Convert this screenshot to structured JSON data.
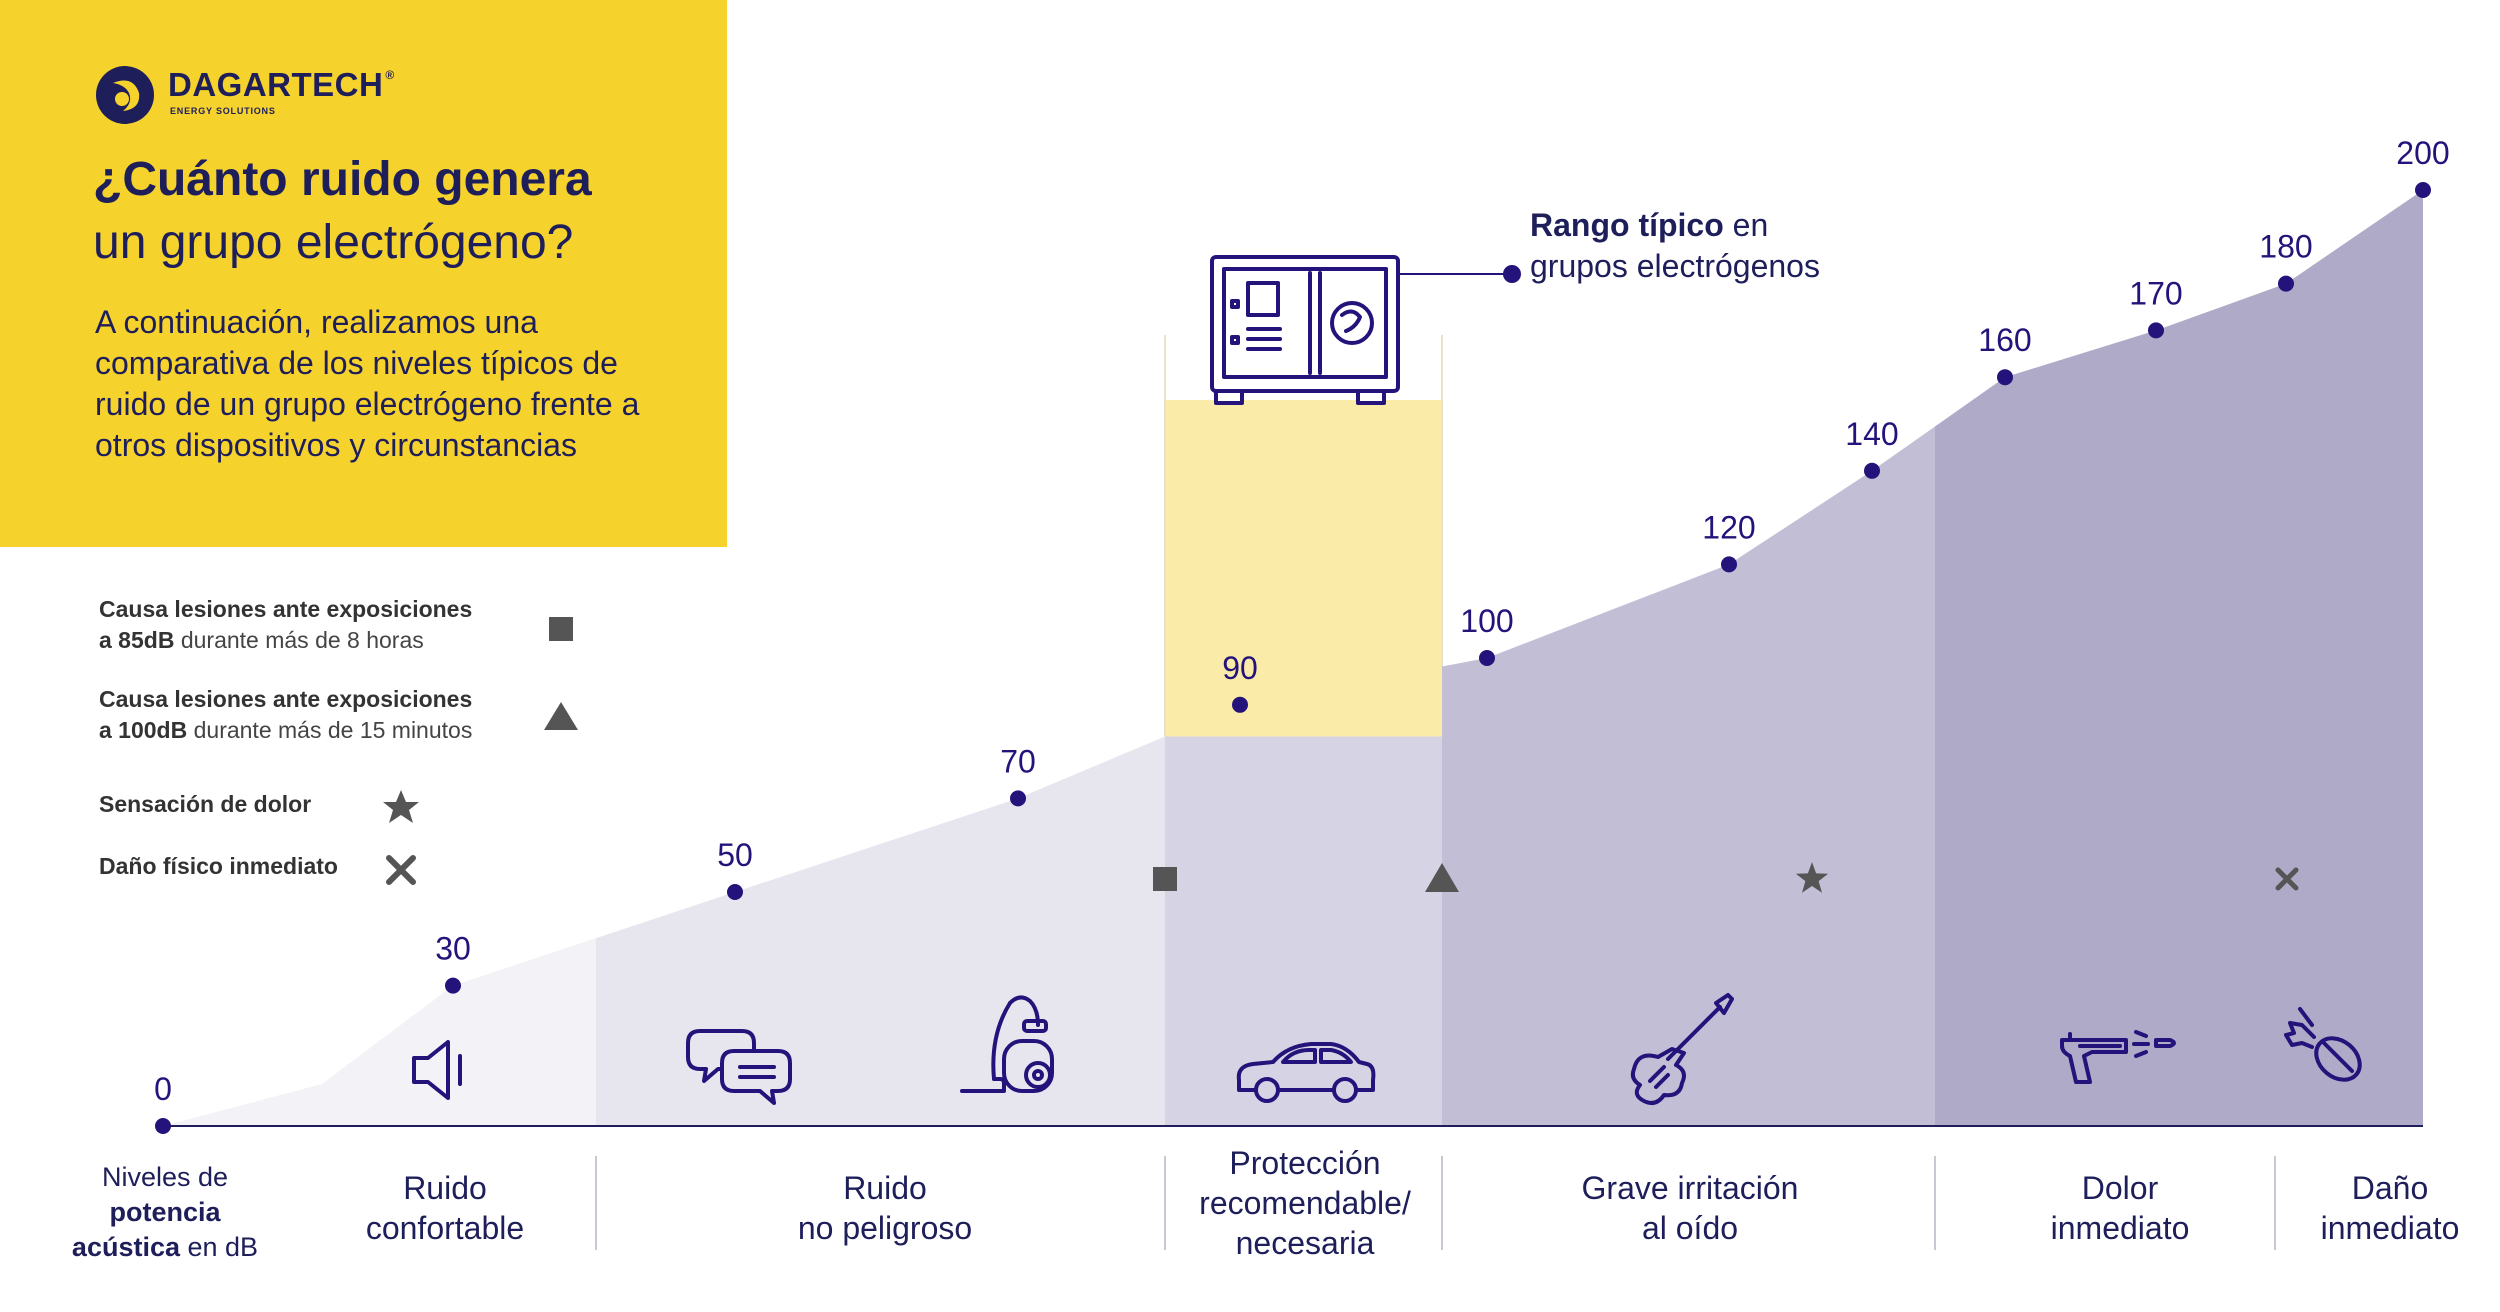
{
  "brand": {
    "name": "DAGARTECH",
    "reg": "®",
    "tagline": "ENERGY SOLUTIONS",
    "color": "#1e1e5a"
  },
  "header": {
    "title_bold": "¿Cuánto ruido genera",
    "title_regular": "un grupo electrógeno?",
    "intro": "A continuación, realizamos una comparativa de los niveles típicos de ruido de un grupo electrógeno frente a otros dispositivos y circunstancias"
  },
  "legend": [
    {
      "line1": "Causa lesiones ante exposiciones",
      "line2_bold": "a 85dB",
      "line2_rest": " durante más de 8 horas",
      "symbol": "square"
    },
    {
      "line1": "Causa lesiones ante exposiciones",
      "line2_bold": "a 100dB",
      "line2_rest": " durante más de 15 minutos",
      "symbol": "triangle"
    },
    {
      "line1": "Sensación de dolor",
      "symbol": "star"
    },
    {
      "line1": "Daño físico inmediato",
      "symbol": "cross"
    }
  ],
  "range_callout": {
    "bold": "Rango típico",
    "rest1": " en",
    "line2": "grupos electrógenos"
  },
  "axis_label": {
    "line1": "Niveles de",
    "bold1": "potencia",
    "bold2": "acústica",
    "rest2": " en dB"
  },
  "categories": [
    {
      "line1": "Ruido",
      "line2": "confortable"
    },
    {
      "line1": "Ruido",
      "line2": "no peligroso"
    },
    {
      "line1": "Protección",
      "line2": "recomendable/",
      "line3": "necesaria"
    },
    {
      "line1": "Grave irritación",
      "line2": "al oído"
    },
    {
      "line1": "Dolor",
      "line2": "inmediato"
    },
    {
      "line1": "Daño",
      "line2": "inmediato"
    }
  ],
  "icons": [
    "speaker-icon",
    "chat-bubbles-icon",
    "vacuum-cleaner-icon",
    "car-icon",
    "electric-guitar-icon",
    "gun-icon",
    "bomb-icon",
    "generator-icon"
  ],
  "colors": {
    "yellow": "#f6d22d",
    "navy": "#1e1e5a",
    "point": "#23137a",
    "range_fill": "#faeba8",
    "zone1": "#f3f3f7",
    "zone2": "#e7e6ef",
    "zone3": "#d6d4e4",
    "zone4": "#c1bed6",
    "zone5": "#aeaac8",
    "marker": "#555555"
  },
  "chart_data": {
    "type": "area",
    "ylabel": "Niveles de potencia acústica en dB",
    "ylim": [
      0,
      200
    ],
    "points": [
      {
        "label": "0",
        "y": 0
      },
      {
        "label": "30",
        "y": 30
      },
      {
        "label": "50",
        "y": 50
      },
      {
        "label": "70",
        "y": 70
      },
      {
        "label": "90",
        "y": 90
      },
      {
        "label": "100",
        "y": 100
      },
      {
        "label": "120",
        "y": 120
      },
      {
        "label": "140",
        "y": 140
      },
      {
        "label": "160",
        "y": 160
      },
      {
        "label": "170",
        "y": 170
      },
      {
        "label": "180",
        "y": 180
      },
      {
        "label": "200",
        "y": 200
      }
    ],
    "typical_generator_range_db": [
      85,
      100
    ],
    "markers": [
      {
        "symbol": "square",
        "db": 85
      },
      {
        "symbol": "triangle",
        "db": 100
      },
      {
        "symbol": "star",
        "db": 140
      },
      {
        "symbol": "cross",
        "db": 180
      }
    ]
  }
}
